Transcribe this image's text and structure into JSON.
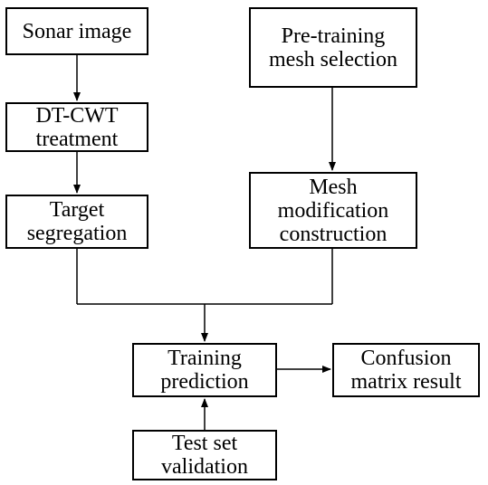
{
  "diagram": {
    "nodes": {
      "sonar_image": "Sonar image",
      "dt_cwt": "DT-CWT\ntreatment",
      "target_segregation": "Target\nsegregation",
      "pretraining_mesh": "Pre-training\nmesh selection",
      "mesh_modification": "Mesh\nmodification\nconstruction",
      "training_prediction": "Training\nprediction",
      "confusion_matrix": "Confusion\nmatrix result",
      "test_set_validation": "Test set\nvalidation"
    },
    "edges": [
      {
        "from": "sonar_image",
        "to": "dt_cwt"
      },
      {
        "from": "dt_cwt",
        "to": "target_segregation"
      },
      {
        "from": "pretraining_mesh",
        "to": "mesh_modification"
      },
      {
        "from": "target_segregation",
        "to": "training_prediction"
      },
      {
        "from": "mesh_modification",
        "to": "training_prediction"
      },
      {
        "from": "training_prediction",
        "to": "confusion_matrix"
      },
      {
        "from": "test_set_validation",
        "to": "training_prediction"
      }
    ],
    "colors": {
      "stroke": "#000000",
      "background": "#ffffff"
    }
  }
}
